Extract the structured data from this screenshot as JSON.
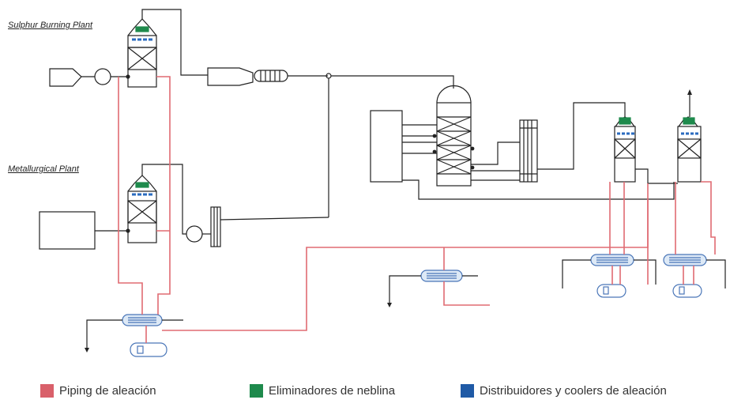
{
  "labels": {
    "sulphur": "Sulphur Burning Plant",
    "metallurgical": "Metallurgical Plant"
  },
  "legend": [
    {
      "label": "Piping de aleación",
      "color": "#d9606a"
    },
    {
      "label": "Eliminadores de neblina",
      "color": "#1e8a4c"
    },
    {
      "label": "Distribuidores y coolers de aleación",
      "color": "#1f5aa6"
    }
  ],
  "colors": {
    "line": "#222222",
    "alloy_pipe": "#e06b72",
    "mist": "#1e8a4c",
    "distributor": "#2a6bbf",
    "exchanger_fill": "#dde9f6",
    "exchanger_stroke": "#4a76b8"
  }
}
